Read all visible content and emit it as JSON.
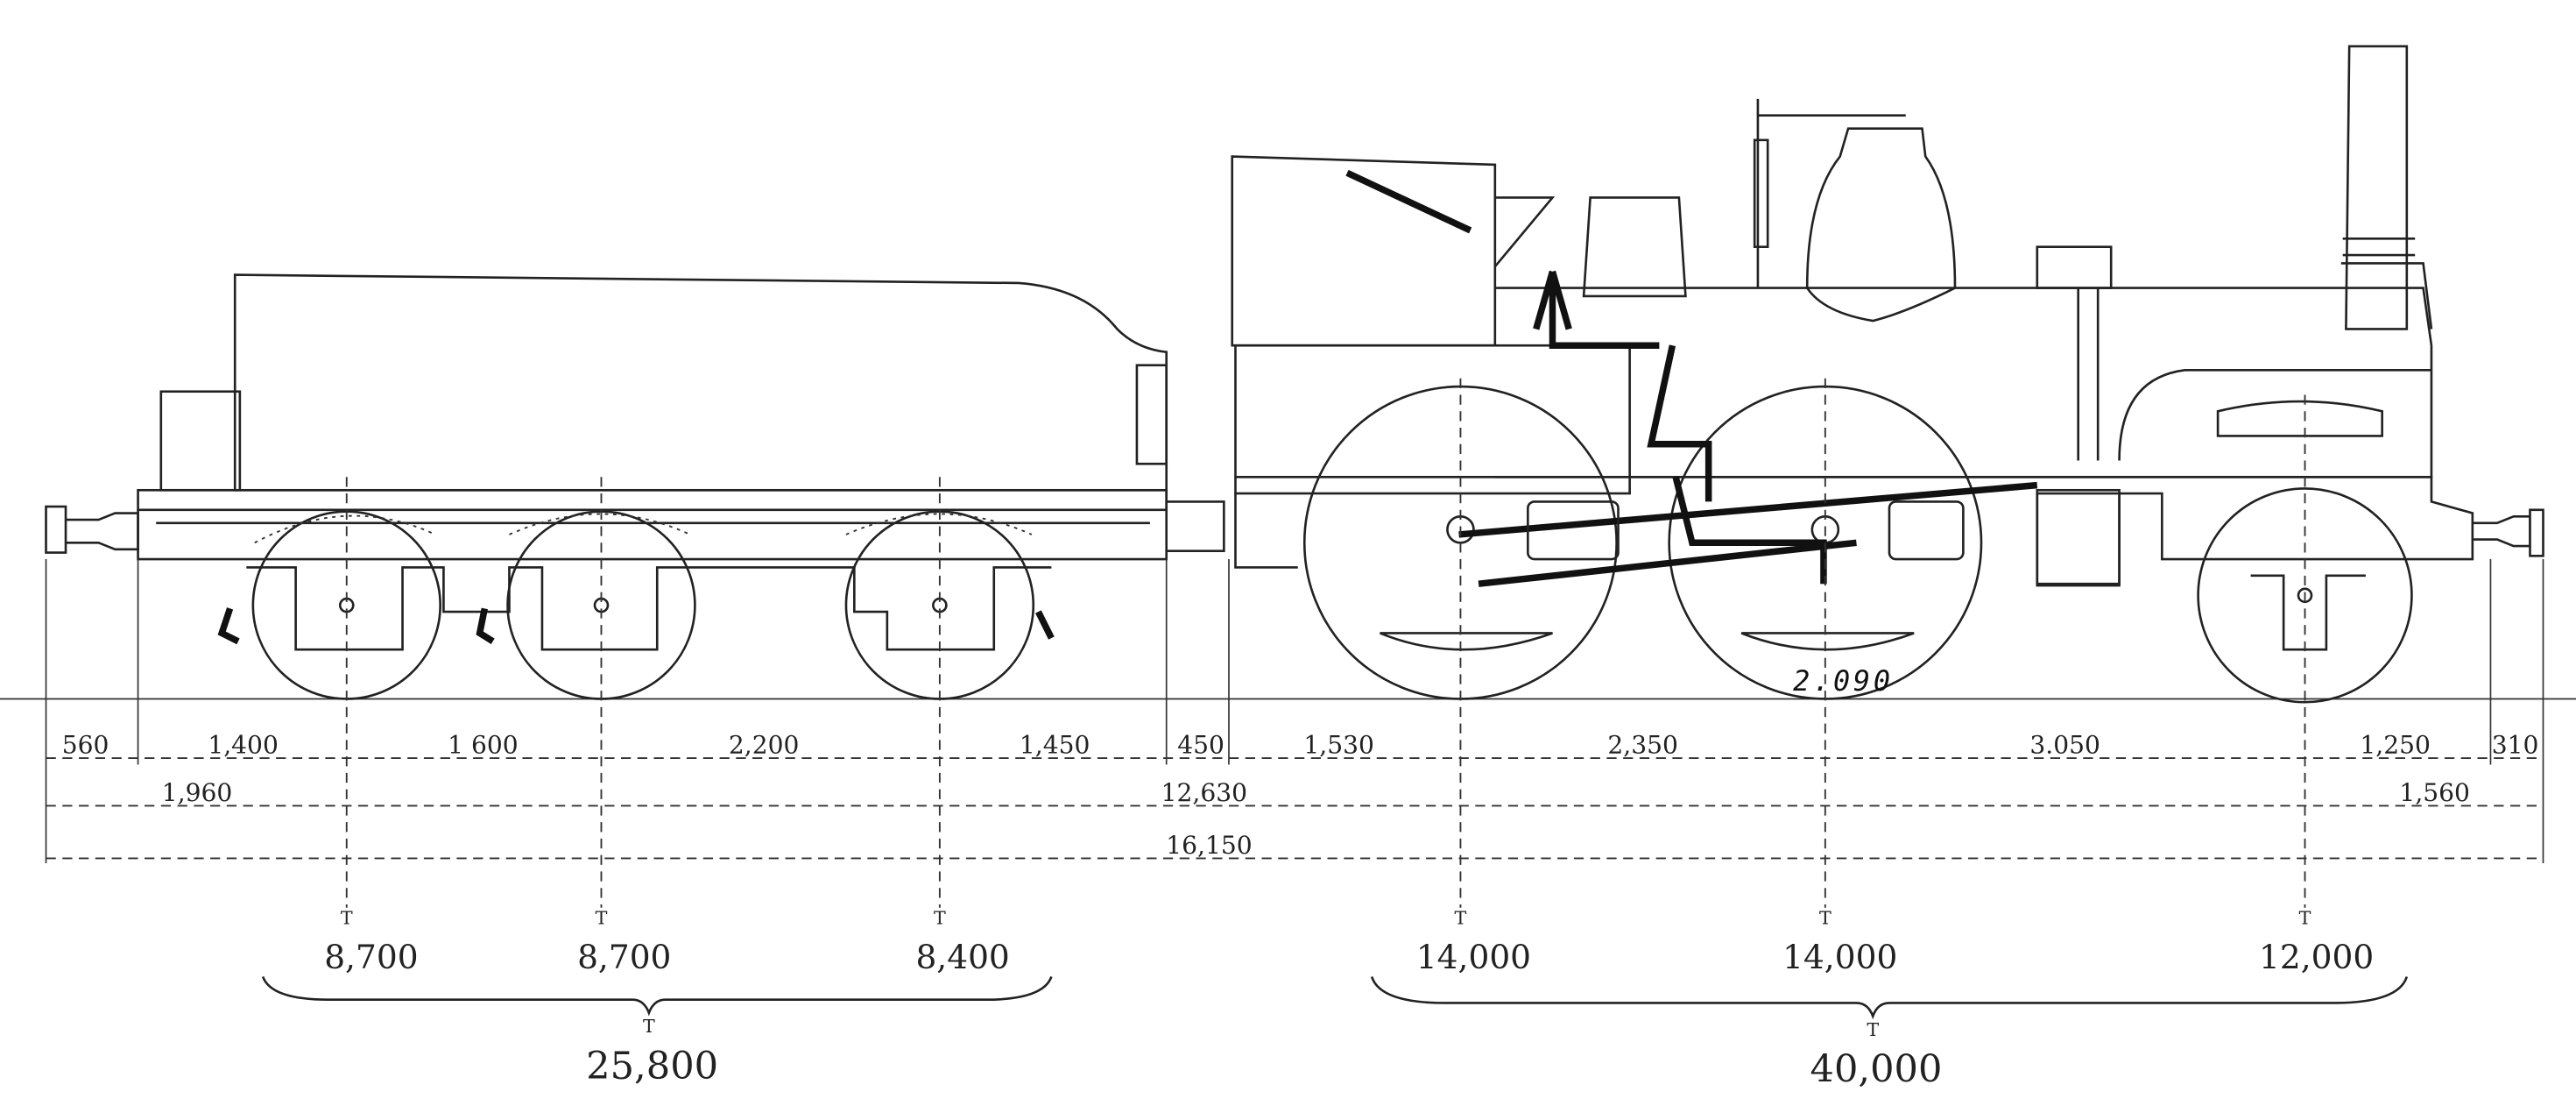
{
  "drawing": {
    "title": "Locomotive and tender side elevation",
    "wheel_diameter_note": "2.090",
    "dimensions_row1": [
      "560",
      "1,400",
      "1 600",
      "2,200",
      "1,450",
      "450",
      "1,530",
      "2,350",
      "3.050",
      "1,250",
      "310"
    ],
    "dimensions_row2": [
      "1,960",
      "12,630",
      "1,560"
    ],
    "dimensions_row3": [
      "16,150"
    ],
    "axle_loads": [
      "8,700",
      "8,700",
      "8,400",
      "14,000",
      "14,000",
      "12,000"
    ],
    "unit": "T",
    "totals": {
      "tender": "25,800",
      "locomotive": "40,000"
    }
  }
}
